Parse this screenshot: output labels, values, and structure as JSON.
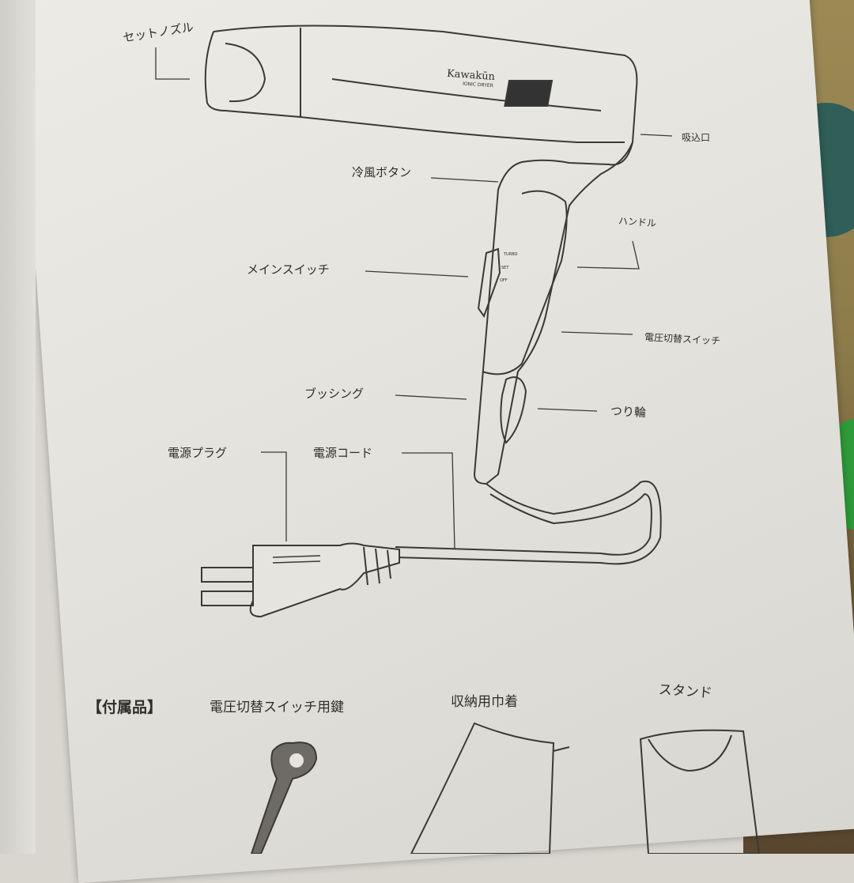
{
  "product": {
    "brand": "Kawakūn",
    "subtitle": "IONIC DRYER"
  },
  "parts": {
    "set_nozzle": "セットノズル",
    "intake": "吸込口",
    "cool_button": "冷風ボタン",
    "handle": "ハンドル",
    "main_switch": "メインスイッチ",
    "switch_positions": [
      "TURBO",
      "SET",
      "OFF"
    ],
    "voltage_switch": "電圧切替スイッチ",
    "bushing": "ブッシング",
    "hanging_loop": "つり輪",
    "power_plug": "電源プラグ",
    "power_cord": "電源コード"
  },
  "accessories": {
    "heading": "【付属品】",
    "items": [
      {
        "label": "電圧切替スイッチ用鍵"
      },
      {
        "label": "収納用巾着"
      },
      {
        "label": "スタンド"
      }
    ]
  }
}
